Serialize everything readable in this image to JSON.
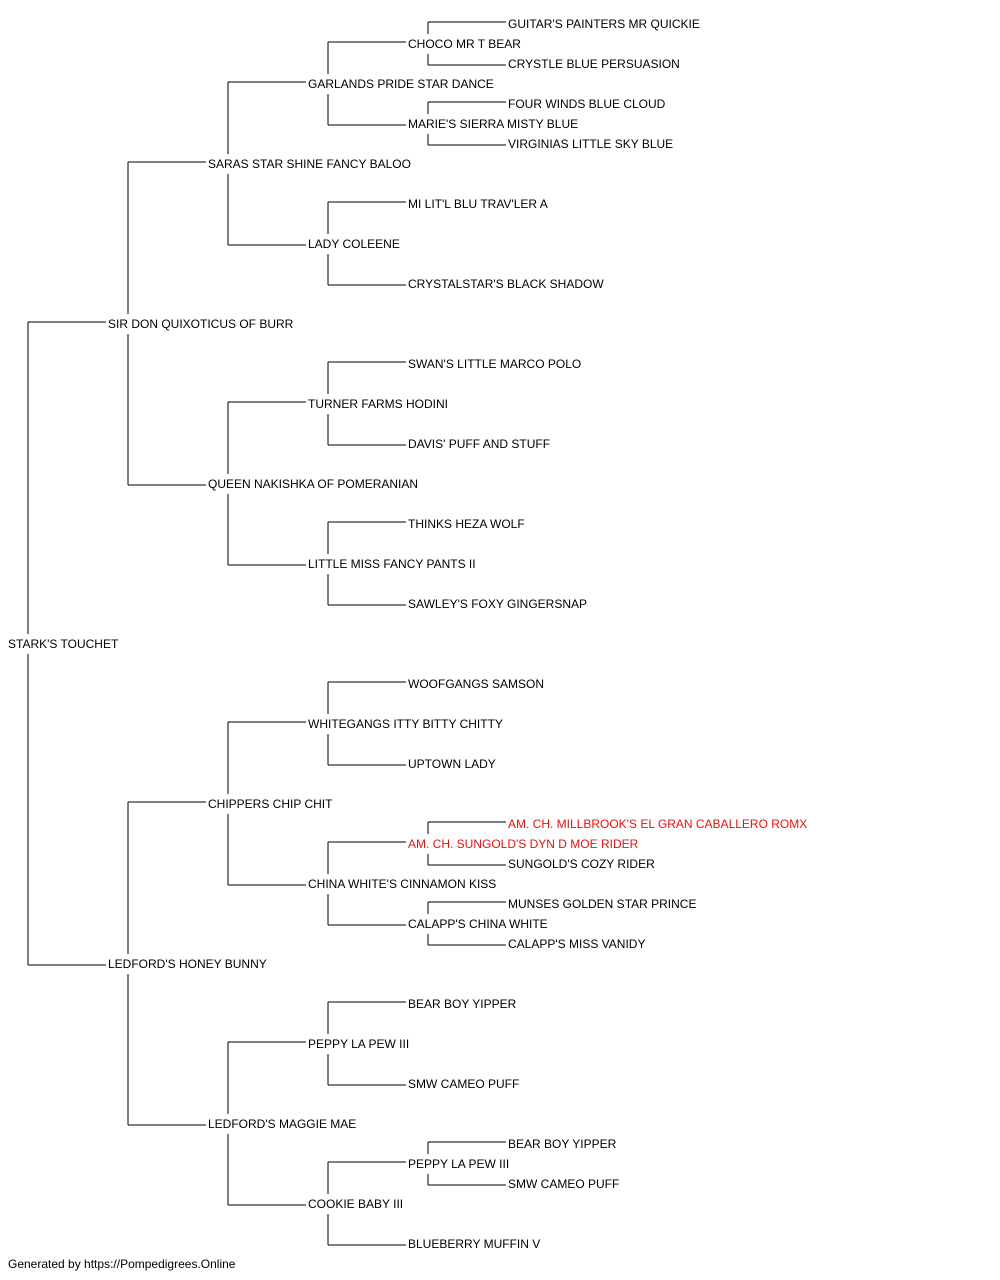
{
  "pedigree": {
    "id": "root",
    "name": "STARK'S TOUCHET",
    "sire": {
      "id": "s",
      "name": "SIR DON QUIXOTICUS OF BURR",
      "sire": {
        "id": "ss",
        "name": "SARAS STAR SHINE FANCY BALOO",
        "sire": {
          "id": "sss",
          "name": "GARLANDS PRIDE STAR DANCE",
          "sire": {
            "id": "ssss",
            "name": "CHOCO MR T BEAR",
            "sire": {
              "id": "sssss",
              "name": "GUITAR'S PAINTERS MR QUICKIE"
            },
            "dam": {
              "id": "ssssd",
              "name": "CRYSTLE BLUE PERSUASION"
            }
          },
          "dam": {
            "id": "sssd",
            "name": "MARIE'S SIERRA MISTY BLUE",
            "sire": {
              "id": "sssds",
              "name": "FOUR WINDS BLUE CLOUD"
            },
            "dam": {
              "id": "sssdd",
              "name": "VIRGINIAS LITTLE SKY BLUE"
            }
          }
        },
        "dam": {
          "id": "ssd",
          "name": "LADY COLEENE",
          "sire": {
            "id": "ssds",
            "name": "MI LIT'L BLU TRAV'LER A"
          },
          "dam": {
            "id": "ssdd",
            "name": "CRYSTALSTAR'S BLACK SHADOW"
          }
        }
      },
      "dam": {
        "id": "sd",
        "name": "QUEEN NAKISHKA OF POMERANIAN",
        "sire": {
          "id": "sds",
          "name": "TURNER FARMS HODINI",
          "sire": {
            "id": "sdss",
            "name": "SWAN'S LITTLE MARCO POLO"
          },
          "dam": {
            "id": "sdsd",
            "name": "DAVIS' PUFF AND STUFF"
          }
        },
        "dam": {
          "id": "sdd",
          "name": "LITTLE MISS FANCY PANTS II",
          "sire": {
            "id": "sdds",
            "name": "THINKS HEZA WOLF"
          },
          "dam": {
            "id": "sddd",
            "name": "SAWLEY'S FOXY GINGERSNAP"
          }
        }
      }
    },
    "dam": {
      "id": "d",
      "name": "LEDFORD'S HONEY BUNNY",
      "sire": {
        "id": "ds",
        "name": "CHIPPERS CHIP CHIT",
        "sire": {
          "id": "dss",
          "name": "WHITEGANGS ITTY BITTY CHITTY",
          "sire": {
            "id": "dsss",
            "name": "WOOFGANGS SAMSON"
          },
          "dam": {
            "id": "dssd",
            "name": "UPTOWN LADY"
          }
        },
        "dam": {
          "id": "dsd",
          "name": "CHINA WHITE'S CINNAMON KISS",
          "sire": {
            "id": "dsds",
            "name": "AM. CH. SUNGOLD'S DYN D MOE RIDER",
            "champion": true,
            "sire": {
              "id": "dsdss",
              "name": "AM. CH. MILLBROOK'S EL GRAN CABALLERO ROMX",
              "champion": true
            },
            "dam": {
              "id": "dsdsd",
              "name": "SUNGOLD'S COZY RIDER"
            }
          },
          "dam": {
            "id": "dsdd",
            "name": "CALAPP'S CHINA WHITE",
            "sire": {
              "id": "dsdds",
              "name": "MUNSES GOLDEN STAR PRINCE"
            },
            "dam": {
              "id": "dsddd",
              "name": "CALAPP'S MISS VANIDY"
            }
          }
        }
      },
      "dam": {
        "id": "dd",
        "name": "LEDFORD'S MAGGIE MAE",
        "sire": {
          "id": "dds",
          "name": "PEPPY LA PEW III",
          "sire": {
            "id": "ddss",
            "name": "BEAR BOY YIPPER"
          },
          "dam": {
            "id": "ddsd",
            "name": "SMW CAMEO PUFF"
          }
        },
        "dam": {
          "id": "ddd",
          "name": "COOKIE BABY III",
          "sire": {
            "id": "ddds",
            "name": "PEPPY LA PEW III",
            "sire": {
              "id": "dddss",
              "name": "BEAR BOY YIPPER"
            },
            "dam": {
              "id": "dddsd",
              "name": "SMW CAMEO PUFF"
            }
          },
          "dam": {
            "id": "dddd",
            "name": "BLUEBERRY MUFFIN V"
          }
        }
      }
    }
  },
  "colors": {
    "champion": "#e8110f",
    "text": "#000000",
    "line": "#000000"
  },
  "footer": {
    "text": "Generated by https://Pompedigrees.Online"
  }
}
